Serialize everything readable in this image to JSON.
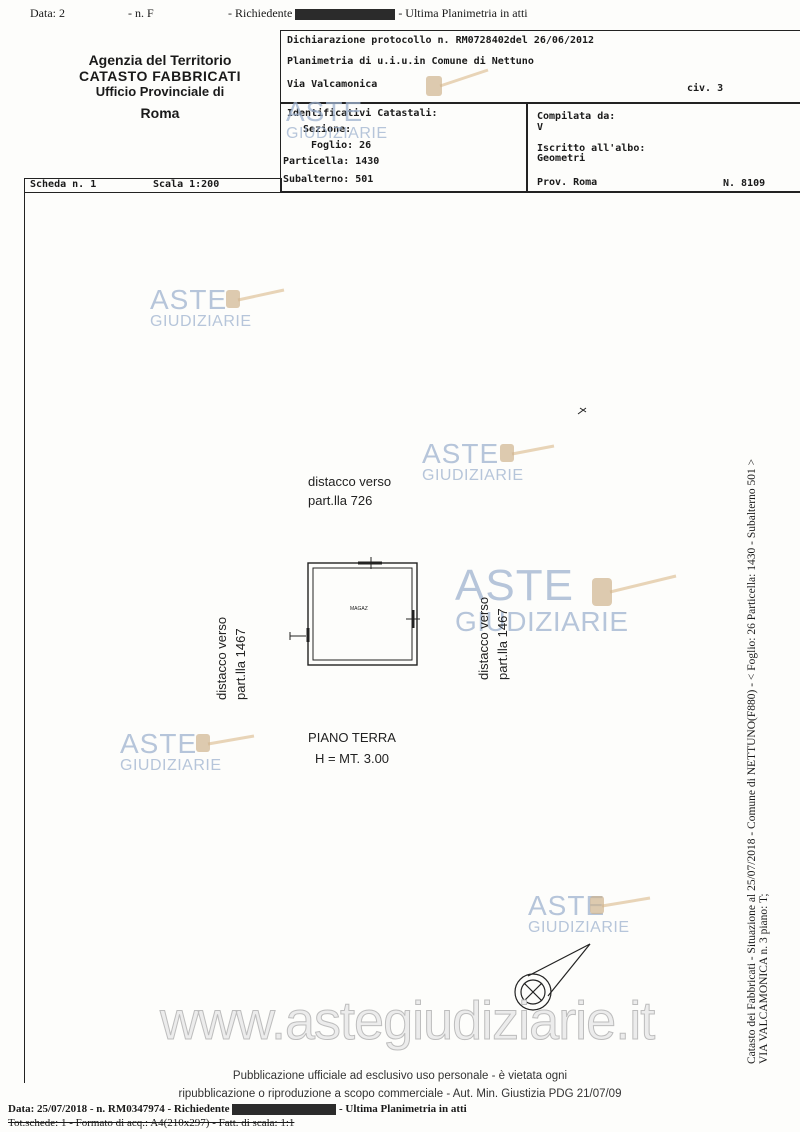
{
  "top_line": {
    "data_label": "Data: 2",
    "n_label": "- n. F",
    "requester": "- Richiedente",
    "suffix": "- Ultima Planimetria in atti"
  },
  "agency": {
    "line1": "Agenzia del Territorio",
    "line2": "CATASTO FABBRICATI",
    "line3": "Ufficio Provinciale di",
    "line4": "Roma"
  },
  "declaration": {
    "protocol": "Dichiarazione protocollo n. RM0728402del 26/06/2012",
    "plan_of": "Planimetria di u.i.u.in Comune di Nettuno",
    "street": "Via Valcamonica",
    "civ": "civ. 3"
  },
  "identifiers": {
    "title": "Identificativi Catastali:",
    "sezione": "Sezione:",
    "foglio": "Foglio: 26",
    "particella": "Particella: 1430",
    "subalterno": "Subalterno: 501"
  },
  "compiler": {
    "compiled_by": "Compilata da:",
    "initial": "V",
    "registered": "Iscritto all'albo:",
    "profession": "Geometri",
    "province": "Prov. Roma",
    "number": "N. 8109"
  },
  "sheet": {
    "scheda": "Scheda n. 1",
    "scala": "Scala 1:200"
  },
  "plan": {
    "north_label_1": "distacco verso",
    "north_label_2": "part.lla 726",
    "west_label_1": "distacco verso",
    "west_label_2": "part.lla 1467",
    "east_label_1": "distacco verso",
    "east_label_2": "part.lla 1467",
    "room_label": "MAGAZ",
    "floor": "PIANO TERRA",
    "height": "H = MT. 3.00"
  },
  "side_note": {
    "line1": "Catasto dei Fabbricati - Situazione al 25/07/2018 - Comune di NETTUNO(F880) - < Foglio: 26 Particella: 1430 - Subalterno 501 >",
    "line2": "VIA VALCAMONICA n. 3 piano: T;"
  },
  "watermark": {
    "aste": "ASTE",
    "giudiziarie": "GIUDIZIARIE",
    "site": "www.astegiudiziarie.it"
  },
  "footer": {
    "line1": "Pubblicazione ufficiale ad esclusivo uso personale - è vietata ogni",
    "line2": "ripubblicazione o riproduzione a scopo commerciale - Aut. Min. Giustizia PDG 21/07/09",
    "data_line": "Data: 25/07/2018 - n. RM0347974 - Richiedente",
    "data_suffix": "- Ultima Planimetria in atti",
    "tot_line": "Tot.schede: 1 - Formato di acq.: A4(210x297) - Fatt. di scala: 1:1"
  }
}
